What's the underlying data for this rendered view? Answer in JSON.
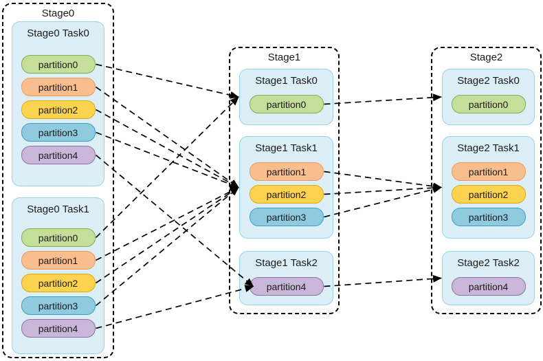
{
  "palette": {
    "canvas_bg": "#ffffff",
    "stage_border": "#000000",
    "task_fill": "#DCEFF7",
    "task_border": "#92D5EA",
    "arrow_color": "#000000",
    "partition_colors": {
      "green": {
        "fill": "#C5DF9B",
        "border": "#7FAC4E"
      },
      "orange": {
        "fill": "#F8BE8D",
        "border": "#EA9A61"
      },
      "yellow": {
        "fill": "#FCD34E",
        "border": "#DFA90F"
      },
      "blue": {
        "fill": "#90CADF",
        "border": "#3C9FC6"
      },
      "purple": {
        "fill": "#C9B7DA",
        "border": "#9270A7"
      }
    }
  },
  "stages": [
    {
      "id": "s0",
      "title": "Stage0",
      "tasks": [
        {
          "id": "s0t0",
          "title": "Stage0 Task0",
          "partitions": [
            {
              "id": "s0t0p0",
              "label": "partition0",
              "color": "green"
            },
            {
              "id": "s0t0p1",
              "label": "partition1",
              "color": "orange"
            },
            {
              "id": "s0t0p2",
              "label": "partition2",
              "color": "yellow"
            },
            {
              "id": "s0t0p3",
              "label": "partition3",
              "color": "blue"
            },
            {
              "id": "s0t0p4",
              "label": "partition4",
              "color": "purple"
            }
          ]
        },
        {
          "id": "s0t1",
          "title": "Stage0 Task1",
          "partitions": [
            {
              "id": "s0t1p0",
              "label": "partition0",
              "color": "green"
            },
            {
              "id": "s0t1p1",
              "label": "partition1",
              "color": "orange"
            },
            {
              "id": "s0t1p2",
              "label": "partition2",
              "color": "yellow"
            },
            {
              "id": "s0t1p3",
              "label": "partition3",
              "color": "blue"
            },
            {
              "id": "s0t1p4",
              "label": "partition4",
              "color": "purple"
            }
          ]
        }
      ]
    },
    {
      "id": "s1",
      "title": "Stage1",
      "tasks": [
        {
          "id": "s1t0",
          "title": "Stage1 Task0",
          "partitions": [
            {
              "id": "s1t0p0",
              "label": "partition0",
              "color": "green"
            }
          ]
        },
        {
          "id": "s1t1",
          "title": "Stage1 Task1",
          "partitions": [
            {
              "id": "s1t1p1",
              "label": "partition1",
              "color": "orange"
            },
            {
              "id": "s1t1p2",
              "label": "partition2",
              "color": "yellow"
            },
            {
              "id": "s1t1p3",
              "label": "partition3",
              "color": "blue"
            }
          ]
        },
        {
          "id": "s1t2",
          "title": "Stage1 Task2",
          "partitions": [
            {
              "id": "s1t2p4",
              "label": "partition4",
              "color": "purple"
            }
          ]
        }
      ]
    },
    {
      "id": "s2",
      "title": "Stage2",
      "tasks": [
        {
          "id": "s2t0",
          "title": "Stage2 Task0",
          "partitions": [
            {
              "id": "s2t0p0",
              "label": "partition0",
              "color": "green"
            }
          ]
        },
        {
          "id": "s2t1",
          "title": "Stage2 Task1",
          "partitions": [
            {
              "id": "s2t1p1",
              "label": "partition1",
              "color": "orange"
            },
            {
              "id": "s2t1p2",
              "label": "partition2",
              "color": "yellow"
            },
            {
              "id": "s2t1p3",
              "label": "partition3",
              "color": "blue"
            }
          ]
        },
        {
          "id": "s2t2",
          "title": "Stage2 Task2",
          "partitions": [
            {
              "id": "s2t2p4",
              "label": "partition4",
              "color": "purple"
            }
          ]
        }
      ]
    }
  ],
  "connections": [
    {
      "from": "s0t0p0",
      "to": "s1t0"
    },
    {
      "from": "s0t0p1",
      "to": "s1t1"
    },
    {
      "from": "s0t0p2",
      "to": "s1t1"
    },
    {
      "from": "s0t0p3",
      "to": "s1t1"
    },
    {
      "from": "s0t0p4",
      "to": "s1t2p4"
    },
    {
      "from": "s0t1p0",
      "to": "s1t0"
    },
    {
      "from": "s0t1p1",
      "to": "s1t1"
    },
    {
      "from": "s0t1p2",
      "to": "s1t1"
    },
    {
      "from": "s0t1p3",
      "to": "s1t1"
    },
    {
      "from": "s0t1p4",
      "to": "s1t2p4"
    },
    {
      "from": "s1t0p0",
      "to": "s2t0"
    },
    {
      "from": "s1t1p1",
      "to": "s2t1"
    },
    {
      "from": "s1t1p2",
      "to": "s2t1"
    },
    {
      "from": "s1t1p3",
      "to": "s2t1"
    },
    {
      "from": "s1t2p4",
      "to": "s2t2"
    }
  ]
}
